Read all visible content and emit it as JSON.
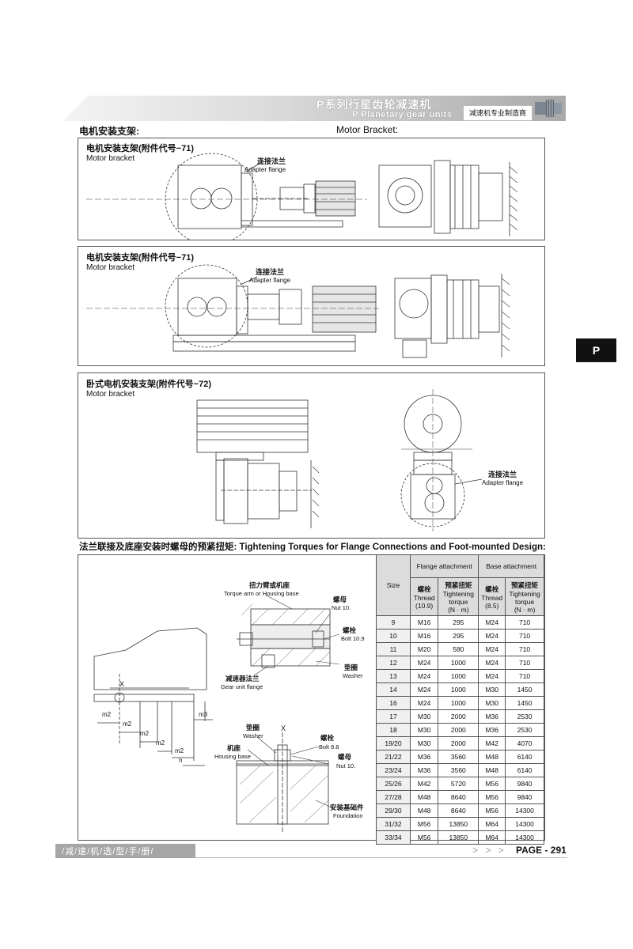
{
  "header": {
    "title_cn": "P系列行星齿轮减速机",
    "title_en": "P Planetary gear units",
    "brand": "减速机专业制造商"
  },
  "side_tab": "P",
  "section1": {
    "label_cn": "电机安装支架:",
    "label_en": "Motor Bracket:"
  },
  "panels": [
    {
      "title_cn": "电机安装支架(附件代号−71)",
      "title_en": "Motor bracket",
      "callout_cn": "连接法兰",
      "callout_en": "Adapter flange"
    },
    {
      "title_cn": "电机安装支架(附件代号−71)",
      "title_en": "Motor bracket",
      "callout_cn": "连接法兰",
      "callout_en": "Adapter flange"
    },
    {
      "title_cn": "卧式电机安装支架(附件代号−72)",
      "title_en": "Motor bracket",
      "callout_cn": "连接法兰",
      "callout_en": "Adapter flange"
    }
  ],
  "section2": {
    "label": "法兰联接及底座安装时螺母的预紧扭矩: Tightening Torques for Flange Connections and Foot-mounted Design:"
  },
  "diagram": {
    "dims": {
      "x": "X",
      "m2": "m2",
      "m3": "m3",
      "n": "n"
    },
    "callouts": {
      "torque_arm_cn": "扭力臂或机座",
      "torque_arm_en": "Torque arm or Housing base",
      "nut_cn": "螺母",
      "nut_en": "Nut 10.",
      "bolt_cn": "螺栓",
      "bolt109_en": "Bolt 10.9",
      "washer_cn": "垫圈",
      "washer_en": "Washer",
      "gear_flange_cn": "减速器法兰",
      "gear_flange_en": "Gear unit flange",
      "bolt88_en": "Bolt 8.8",
      "housing_cn": "机座",
      "housing_en": "Housing base",
      "foundation_cn": "安装基础件",
      "foundation_en": "Foundation"
    }
  },
  "table": {
    "size_label": "Size",
    "flange_label": "Flange attachment",
    "base_label": "Base attachment",
    "thread_cn": "螺栓",
    "thread_en": "Thread",
    "flange_grade": "(10.9)",
    "base_grade": "(8.5)",
    "torque_cn": "预紧扭矩",
    "torque_en1": "Tightening",
    "torque_en2": "torque",
    "torque_unit": "(N · m)",
    "rows": [
      [
        "9",
        "M16",
        "295",
        "M24",
        "710"
      ],
      [
        "10",
        "M16",
        "295",
        "M24",
        "710"
      ],
      [
        "11",
        "M20",
        "580",
        "M24",
        "710"
      ],
      [
        "12",
        "M24",
        "1000",
        "M24",
        "710"
      ],
      [
        "13",
        "M24",
        "1000",
        "M24",
        "710"
      ],
      [
        "14",
        "M24",
        "1000",
        "M30",
        "1450"
      ],
      [
        "16",
        "M24",
        "1000",
        "M30",
        "1450"
      ],
      [
        "17",
        "M30",
        "2000",
        "M36",
        "2530"
      ],
      [
        "18",
        "M30",
        "2000",
        "M36",
        "2530"
      ],
      [
        "19/20",
        "M30",
        "2000",
        "M42",
        "4070"
      ],
      [
        "21/22",
        "M36",
        "3560",
        "M48",
        "6140"
      ],
      [
        "23/24",
        "M36",
        "3560",
        "M48",
        "6140"
      ],
      [
        "25/26",
        "M42",
        "5720",
        "M56",
        "9840"
      ],
      [
        "27/28",
        "M48",
        "8640",
        "M56",
        "9840"
      ],
      [
        "29/30",
        "M48",
        "8640",
        "M56",
        "14300"
      ],
      [
        "31/32",
        "M56",
        "13850",
        "M64",
        "14300"
      ],
      [
        "33/34",
        "M56",
        "13850",
        "M64",
        "14300"
      ]
    ]
  },
  "footer": {
    "text": "/减/速/机/选/型/手/册/",
    "arrows": "> > >",
    "page": "PAGE - 291"
  }
}
